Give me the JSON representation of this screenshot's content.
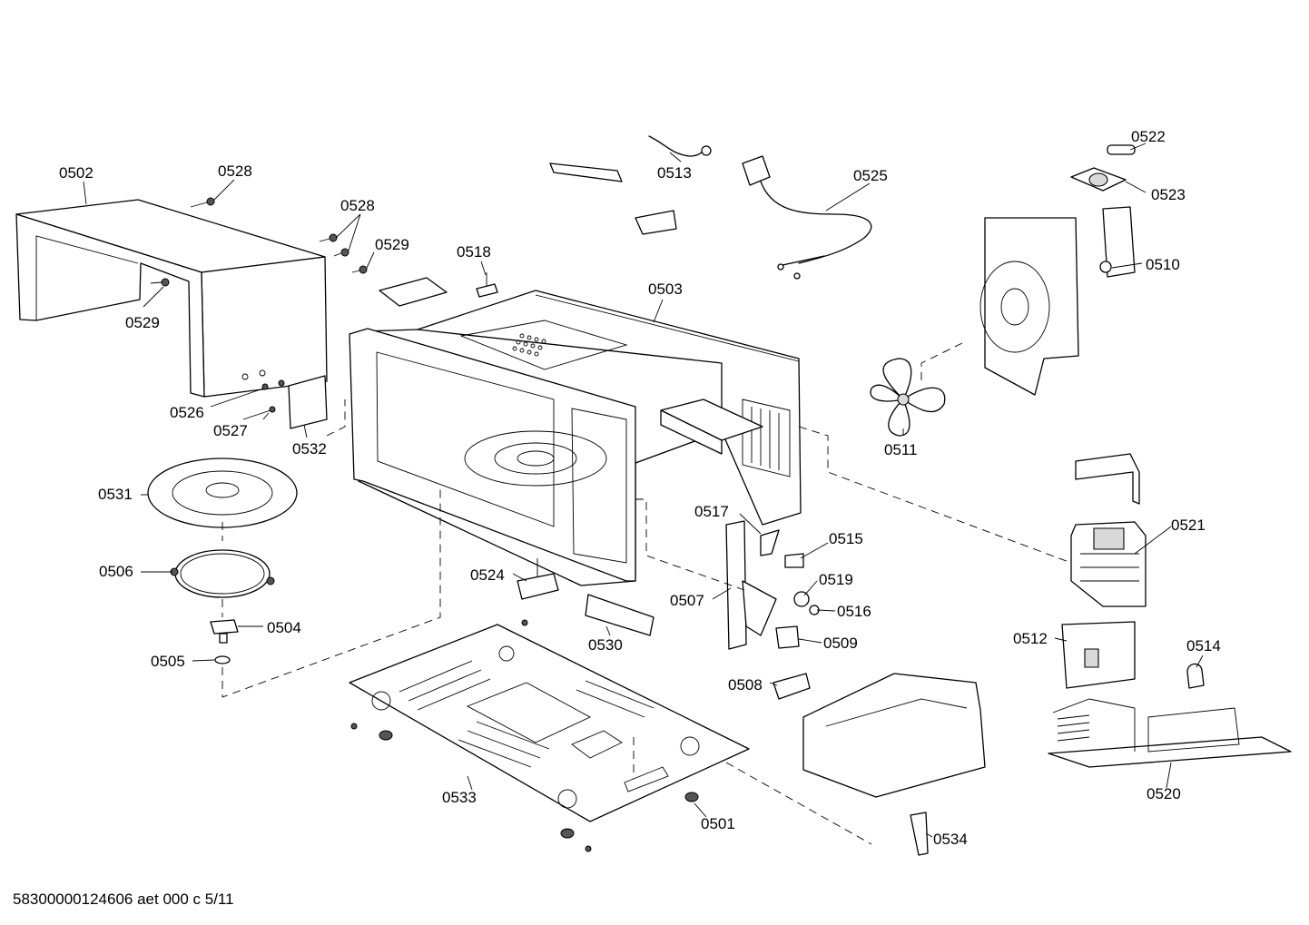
{
  "callouts": {
    "p0502": "0502",
    "p0528a": "0528",
    "p0528b": "0528",
    "p0529a": "0529",
    "p0529b": "0529",
    "p0518": "0518",
    "p0503": "0503",
    "p0513": "0513",
    "p0525": "0525",
    "p0522": "0522",
    "p0523": "0523",
    "p0510": "0510",
    "p0511": "0511",
    "p0526": "0526",
    "p0527": "0527",
    "p0532": "0532",
    "p0531": "0531",
    "p0506": "0506",
    "p0504": "0504",
    "p0505": "0505",
    "p0524": "0524",
    "p0530": "0530",
    "p0517": "0517",
    "p0515": "0515",
    "p0519": "0519",
    "p0516": "0516",
    "p0507": "0507",
    "p0509": "0509",
    "p0508": "0508",
    "p0521": "0521",
    "p0512": "0512",
    "p0514": "0514",
    "p0520": "0520",
    "p0533": "0533",
    "p0501": "0501",
    "p0534": "0534"
  },
  "footer": "58300000124606 aet 000 c 5/11"
}
